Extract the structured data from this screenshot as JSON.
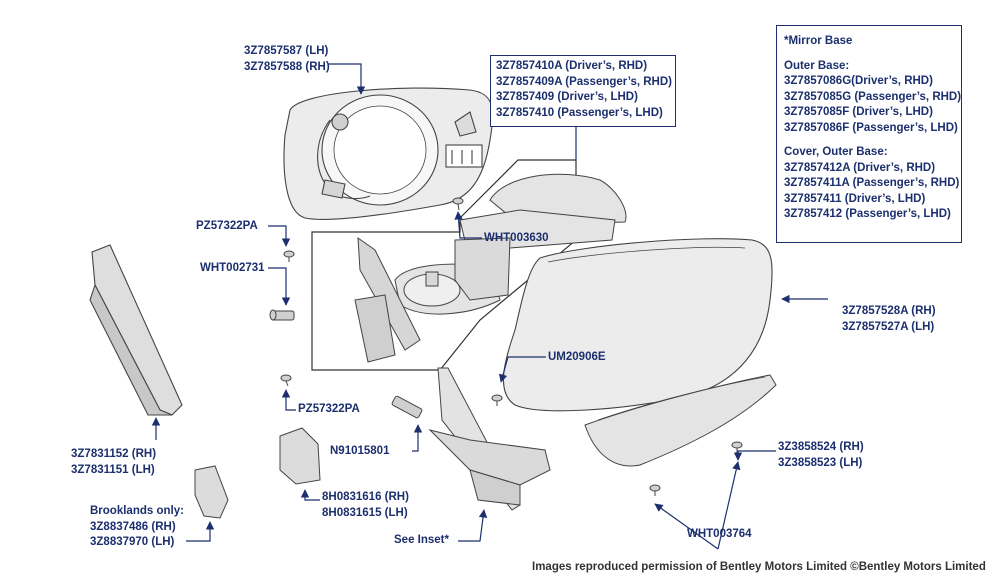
{
  "callouts": {
    "cap_trim": [
      "3Z7857587 (LH)",
      "3Z7857588 (RH)"
    ],
    "glass": [
      "3Z7857410A (Driver’s, RHD)",
      "3Z7857409A (Passenger’s, RHD)",
      "3Z7857409 (Driver’s, LHD)",
      "3Z7857410 (Passenger’s, LHD)"
    ],
    "screw_upper": "PZ57322PA",
    "bolt_mid": "WHT002731",
    "screw_lower": "PZ57322PA",
    "screw_motor": "WHT003630",
    "cover": [
      "3Z7857528A (RH)",
      "3Z7857527A (LH)"
    ],
    "triangle": [
      "3Z7831152 (RH)",
      "3Z7831151 (LH)"
    ],
    "clip": "UM20906E",
    "nut_bolt": "N91015801",
    "bracket": [
      "8H0831616 (RH)",
      "8H0831615 (LH)"
    ],
    "brooklands": [
      "Brooklands only:",
      "3Z8837486 (RH)",
      "3Z8837970 (LH)"
    ],
    "inset": "See Inset*",
    "lamp": [
      "3Z3858524 (RH)",
      "3Z3858523 (LH)"
    ],
    "screws_bottom": "WHT003764"
  },
  "mirror_base": {
    "title": "*Mirror Base",
    "outer_heading": "Outer Base:",
    "outer": [
      "3Z7857086G(Driver’s, RHD)",
      "3Z7857085G (Passenger’s, RHD)",
      "3Z7857085F (Driver’s, LHD)",
      "3Z7857086F (Passenger’s, LHD)"
    ],
    "cover_heading": "Cover, Outer Base:",
    "cover": [
      "3Z7857412A (Driver’s, RHD)",
      "3Z7857411A (Passenger’s, RHD)",
      "3Z7857411 (Driver’s, LHD)",
      "3Z7857412 (Passenger’s, LHD)"
    ]
  },
  "credit": "Images reproduced permission of Bentley Motors Limited ©Bentley Motors Limited",
  "colors": {
    "callout": "#1c2f6e",
    "line": "#333333",
    "part_fill": "#e6e6e6"
  }
}
